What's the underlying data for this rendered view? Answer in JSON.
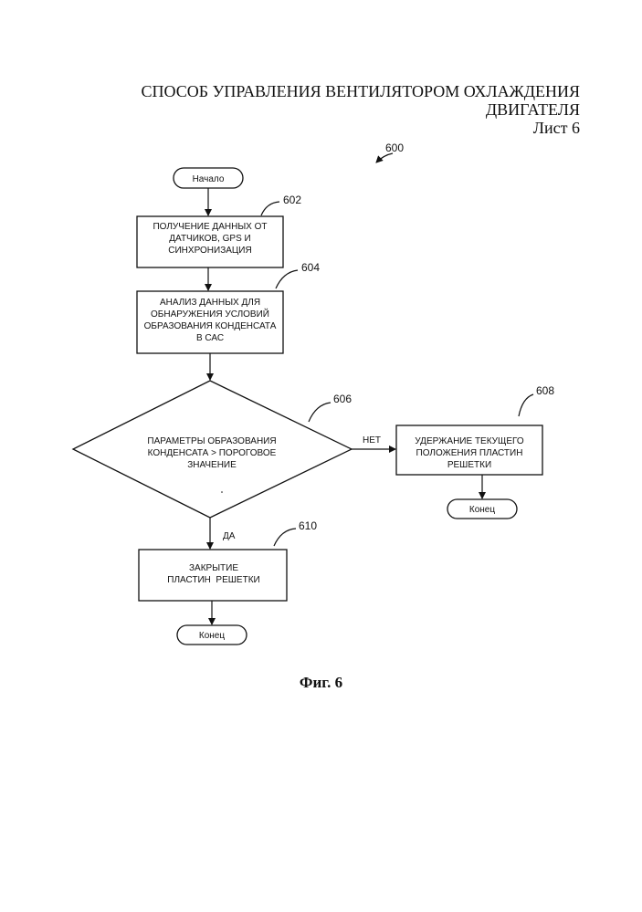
{
  "header": {
    "title_line1": "СПОСОБ УПРАВЛЕНИЯ ВЕНТИЛЯТОРОМ ОХЛАЖДЕНИЯ",
    "title_line2": "ДВИГАТЕЛЯ",
    "sheet": "Лист 6"
  },
  "diagram": {
    "ref_main": "600",
    "start": "Начало",
    "step_602": {
      "ref": "602",
      "lines": [
        "ПОЛУЧЕНИЕ ДАННЫХ ОТ",
        "ДАТЧИКОВ, GPS И",
        "СИНХРОНИЗАЦИЯ"
      ]
    },
    "step_604": {
      "ref": "604",
      "lines": [
        "АНАЛИЗ ДАННЫХ ДЛЯ",
        "ОБНАРУЖЕНИЯ УСЛОВИЙ",
        "ОБРАЗОВАНИЯ КОНДЕНСАТА",
        "В САС"
      ]
    },
    "decision_606": {
      "ref": "606",
      "lines": [
        "ПАРАМЕТРЫ ОБРАЗОВАНИЯ",
        "КОНДЕНСАТА > ПОРОГОВОЕ",
        "ЗНАЧЕНИЕ"
      ]
    },
    "label_no": "НЕТ",
    "label_yes": "ДА",
    "step_608": {
      "ref": "608",
      "lines": [
        "УДЕРЖАНИЕ ТЕКУЩЕГО",
        "ПОЛОЖЕНИЯ ПЛАСТИН",
        "РЕШЕТКИ"
      ]
    },
    "step_610": {
      "ref": "610",
      "lines": [
        "ЗАКРЫТИЕ",
        "ПЛАСТИН  РЕШЕТКИ"
      ]
    },
    "end_right": "Конец",
    "end_bottom": "Конец"
  },
  "caption": "Фиг. 6"
}
